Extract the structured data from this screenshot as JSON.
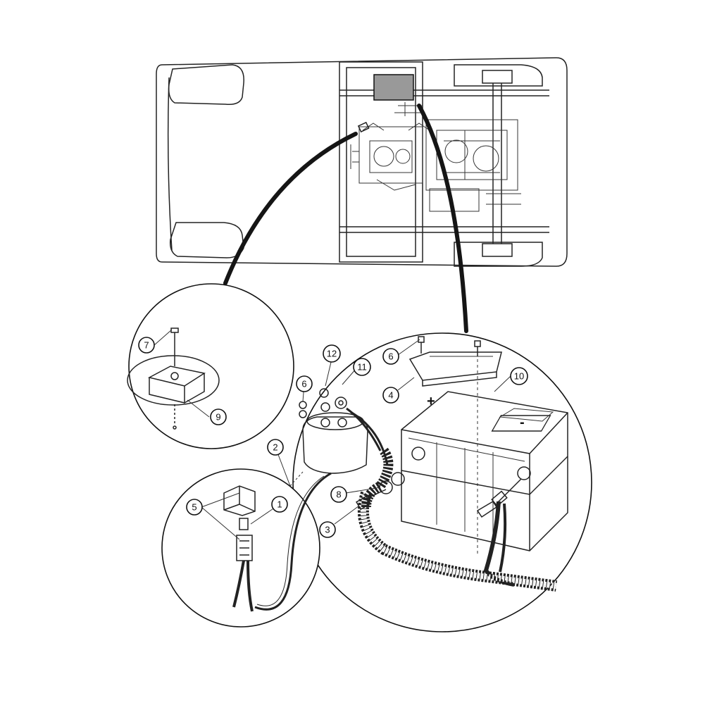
{
  "callouts": [
    {
      "id": "c1",
      "label": "1"
    },
    {
      "id": "c2",
      "label": "2"
    },
    {
      "id": "c3",
      "label": "3"
    },
    {
      "id": "c4",
      "label": "4"
    },
    {
      "id": "c5",
      "label": "5"
    },
    {
      "id": "c6a",
      "label": "6"
    },
    {
      "id": "c6b",
      "label": "6"
    },
    {
      "id": "c7",
      "label": "7"
    },
    {
      "id": "c8",
      "label": "8"
    },
    {
      "id": "c9",
      "label": "9"
    },
    {
      "id": "c10",
      "label": "10"
    },
    {
      "id": "c11",
      "label": "11"
    },
    {
      "id": "c12",
      "label": "12"
    }
  ],
  "battery_marks": {
    "positive": "+",
    "negative": "-"
  },
  "colors": {
    "line": "#111111",
    "cable": "#151515",
    "highlight": "#999999",
    "background": "#ffffff"
  }
}
